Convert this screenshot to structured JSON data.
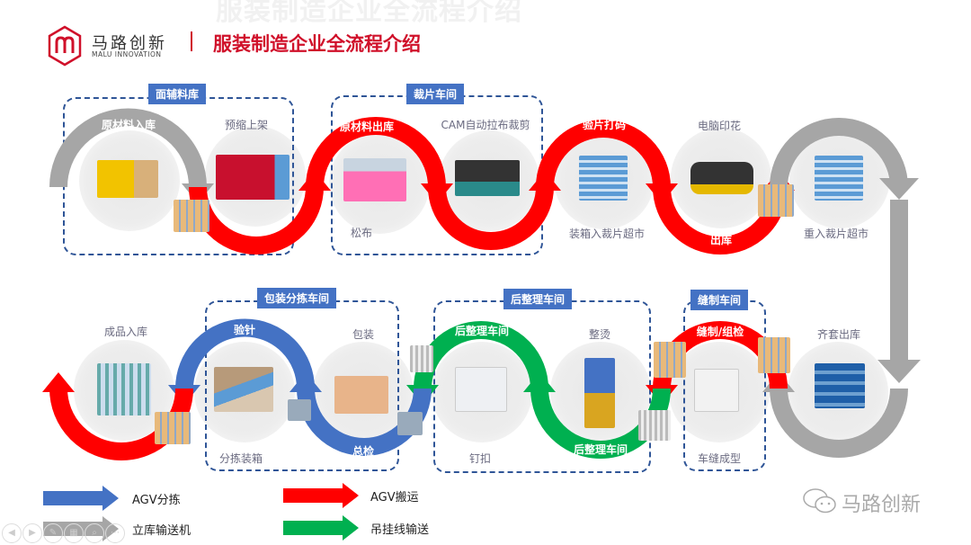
{
  "header": {
    "brand_cn": "马路创新",
    "brand_en": "MALU INNOVATION",
    "title": "服装制造企业全流程介绍",
    "title_color": "#d0102a"
  },
  "sections": {
    "fabric_warehouse": "面辅料库",
    "cutting_workshop": "裁片车间",
    "packing_sorting_workshop": "包装分拣车间",
    "finishing_workshop": "后整理车间",
    "sewing_workshop": "缝制车间"
  },
  "steps_top": {
    "raw_in": "原材料入库",
    "preshrink": "预缩上架",
    "raw_out": "原材料出库",
    "cam_cut": "CAM自动拉布裁剪",
    "relax": "松布",
    "inspect_mark": "验片打码",
    "digital_print": "电脑印花",
    "box_to_market": "装箱入裁片超市",
    "outbound": "出库",
    "reenter_market": "重入裁片超市"
  },
  "steps_bottom": {
    "finished_in": "成品入库",
    "needle_check": "验针",
    "packing": "包装",
    "sort_box": "分拣装箱",
    "final_check": "总检",
    "finishing_1": "后整理车间",
    "ironing": "整烫",
    "button": "钉扣",
    "finishing_2": "后整理车间",
    "sew_check": "缝制/组检",
    "sewing": "车缝成型",
    "kit_out": "齐套出库"
  },
  "legend": [
    {
      "label": "AGV分拣",
      "color": "#4472c4"
    },
    {
      "label": "立库输送机",
      "color": "#a6a6a6"
    },
    {
      "label": "AGV搬运",
      "color": "#ff0000"
    },
    {
      "label": "吊挂线输送",
      "color": "#00b050"
    }
  ],
  "watermark": "马路创新"
}
